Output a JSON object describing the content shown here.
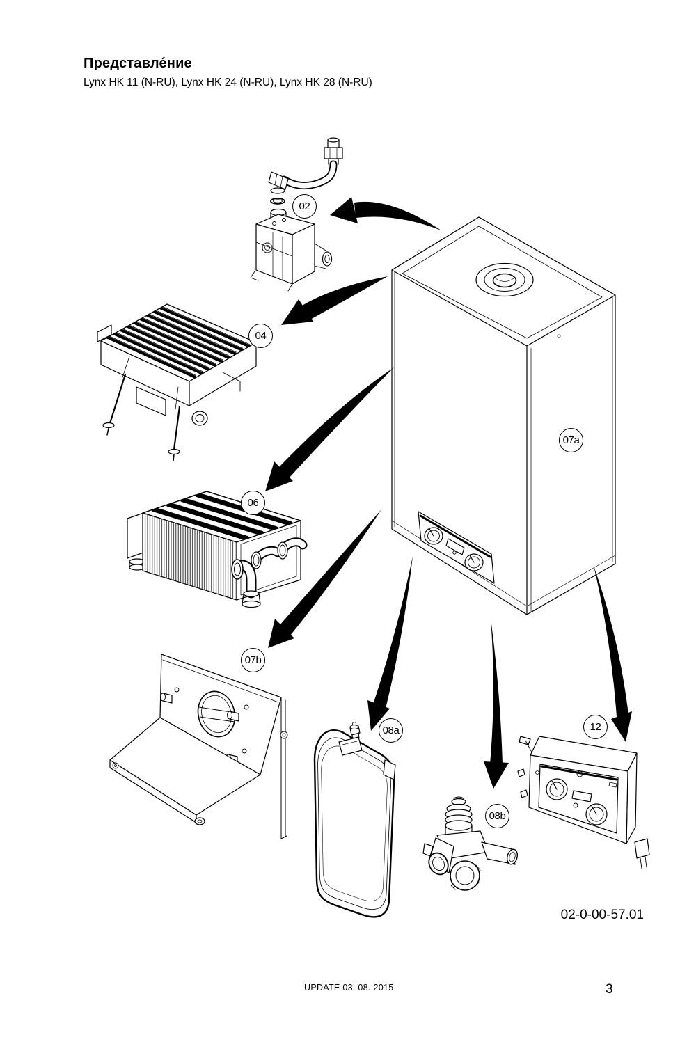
{
  "page": {
    "title": "Представле́ние",
    "subtitle": "Lynx HK 11 (N-RU), Lynx HK 24 (N-RU), Lynx HK 28 (N-RU)",
    "drawing_number": "02-0-00-57.01",
    "footer_update": "UPDATE 03. 08. 2015",
    "page_number": "3"
  },
  "callouts": [
    {
      "label": "02"
    },
    {
      "label": "04"
    },
    {
      "label": "06"
    },
    {
      "label": "07a"
    },
    {
      "label": "07b"
    },
    {
      "label": "08a"
    },
    {
      "label": "08b"
    },
    {
      "label": "12"
    }
  ],
  "colors": {
    "ink": "#000000",
    "background": "#ffffff"
  }
}
